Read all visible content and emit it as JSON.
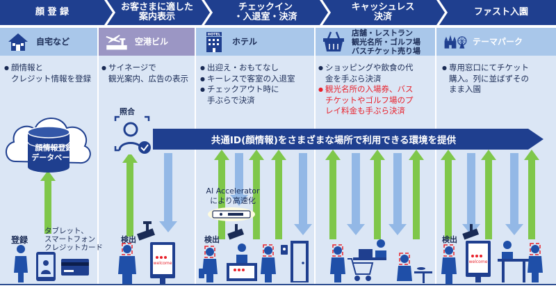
{
  "stages": [
    {
      "id": "registration",
      "title": "顔 登 録"
    },
    {
      "id": "guidance",
      "title": "お客さまに適した\n案内表示"
    },
    {
      "id": "checkin",
      "title": "チェックイン\n・入退室・決済"
    },
    {
      "id": "cashless",
      "title": "キャッシュレス\n決済"
    },
    {
      "id": "fastentry",
      "title": "ファスト入園"
    }
  ],
  "locations": [
    {
      "id": "home",
      "label": "自宅など",
      "icon": "house-icon"
    },
    {
      "id": "airport",
      "label": "空港ビル",
      "icon": "airport-icon"
    },
    {
      "id": "hotel",
      "label": "ホテル",
      "icon": "hotel-icon"
    },
    {
      "id": "shops",
      "label": "店舗・レストラン\n観光名所・ゴルフ場\nバスチケット売り場",
      "icon": "shopping-basket-icon"
    },
    {
      "id": "themepark",
      "label": "テーマパーク",
      "icon": "castle-icon"
    }
  ],
  "bullets": {
    "home": [
      {
        "text": "顔情報と\nクレジット情報を登録",
        "red": false
      }
    ],
    "airport": [
      {
        "text": "サイネージで\n観光案内、広告の表示",
        "red": false
      }
    ],
    "hotel": [
      {
        "text": "出迎え・おもてなし",
        "red": false
      },
      {
        "text": "キーレスで客室の入退室",
        "red": false
      },
      {
        "text": "チェックアウト時に\n手ぶらで決済",
        "red": false
      }
    ],
    "shops": [
      {
        "text": "ショッピングや飲食の代\n金を手ぶら決済",
        "red": false
      },
      {
        "text": "観光名所の入場券、バス\nチケットやゴルフ場のプ\nレイ料金も手ぶら決済",
        "red": true
      }
    ],
    "themepark": [
      {
        "text": "専用窓口にてチケット\n購入。列に並ばずその\nまま入園",
        "red": false
      }
    ]
  },
  "database": {
    "label": "顔情報登録\nデータベース"
  },
  "banner": {
    "text": "共通ID(顔情報)をさまざまな場所で利用できる環境を提供"
  },
  "annotations": {
    "matching": "照合",
    "register": "登録",
    "devices": "タブレット、\nスマートフォン\nクレジットカード",
    "detect_airport": "検出",
    "detect_hotel": "検出",
    "detect_park": "検出",
    "ai": "AI Accelerator\nにより高速化",
    "signage": "welcome",
    "signage_park": "welcome"
  },
  "colors": {
    "stage": "#1f3f8f",
    "banner": "#1f3f8f",
    "column_bg": "#dbe6f5",
    "loc_head": "#a9c7ea",
    "loc_head_airport": "#9b96c4",
    "green": "#6fbf3f",
    "blue_arrow": "#93b8e6",
    "red": "#e8202a",
    "navy": "#1a2b55"
  }
}
